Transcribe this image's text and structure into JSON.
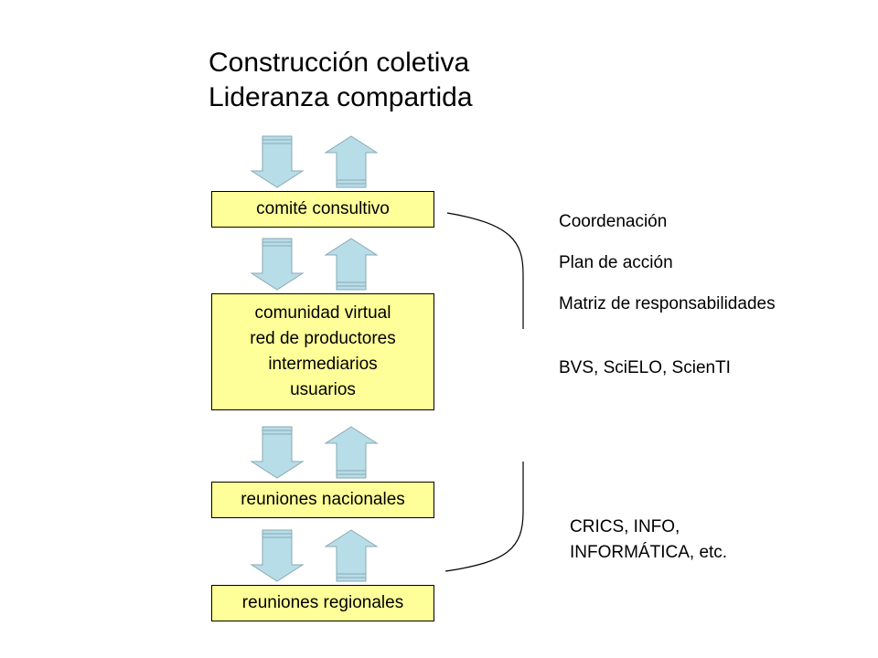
{
  "title": {
    "line1": "Construcción coletiva",
    "line2": "Lideranza compartida"
  },
  "boxes": {
    "comite": "comité consultivo",
    "comunidad": [
      "comunidad virtual",
      "red de productores",
      "intermediarios",
      "usuarios"
    ],
    "nacionales": "reuniones nacionales",
    "regionales": "reuniones regionales"
  },
  "notes": {
    "coordenacion": "Coordenación",
    "plan": "Plan de acción",
    "matriz": "Matriz de responsabilidades",
    "bvs": "BVS, SciELO, ScienTI",
    "crics_line1": "CRICS, INFO,",
    "crics_line2": "INFORMÁTICA, etc."
  },
  "colors": {
    "box_fill": "#ffff99",
    "arrow_fill": "#b7dde8",
    "stroke": "#000000"
  }
}
